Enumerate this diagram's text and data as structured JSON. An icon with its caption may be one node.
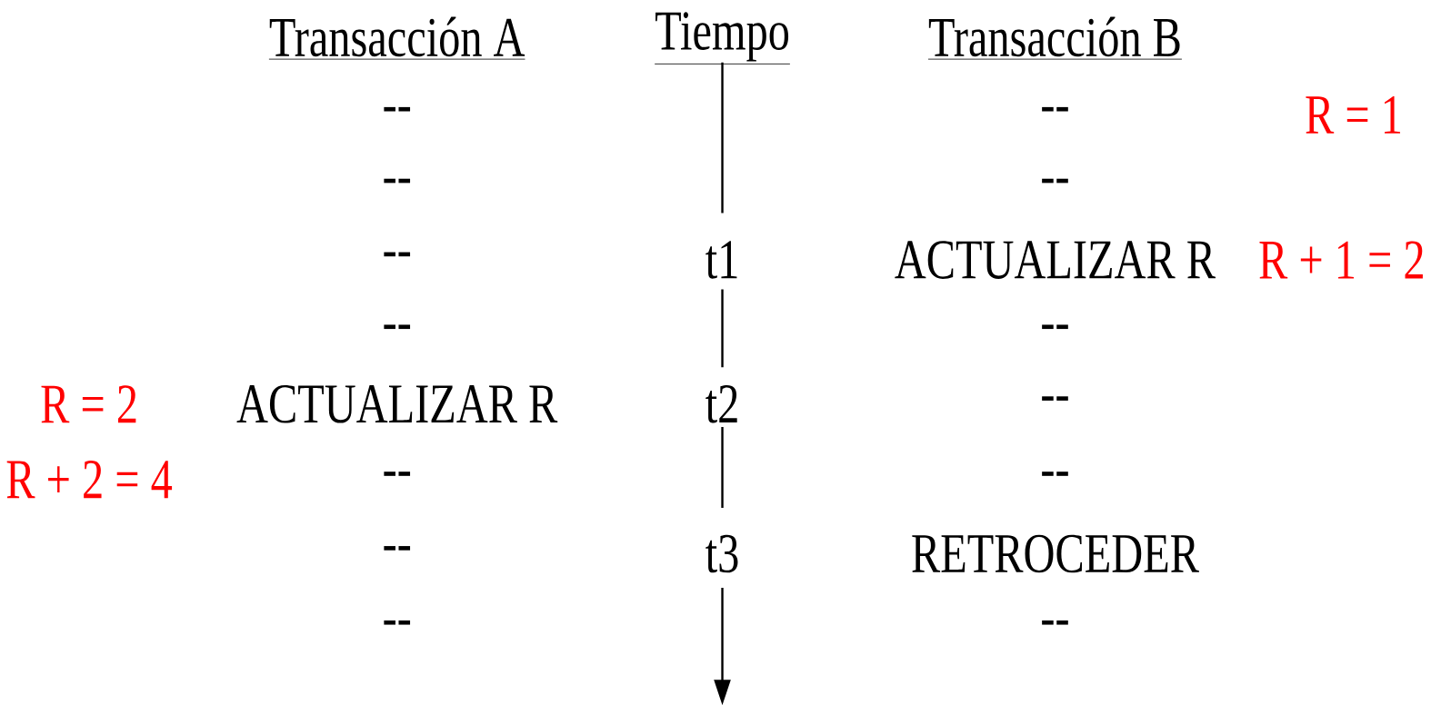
{
  "diagram": {
    "labels": [
      "Transacción A",
      "Tiempo",
      "Transacción B",
      "--",
      "--",
      "R = 1",
      "--",
      "--",
      "--",
      "t1",
      "ACTUALIZAR  R",
      "R + 1 = 2",
      "--",
      "--",
      "R = 2",
      "ACTUALIZAR  R",
      "t2",
      "--",
      "R + 2 = 4",
      "--",
      "--",
      "--",
      "t3",
      "RETROCEDER",
      "--",
      "--"
    ]
  }
}
